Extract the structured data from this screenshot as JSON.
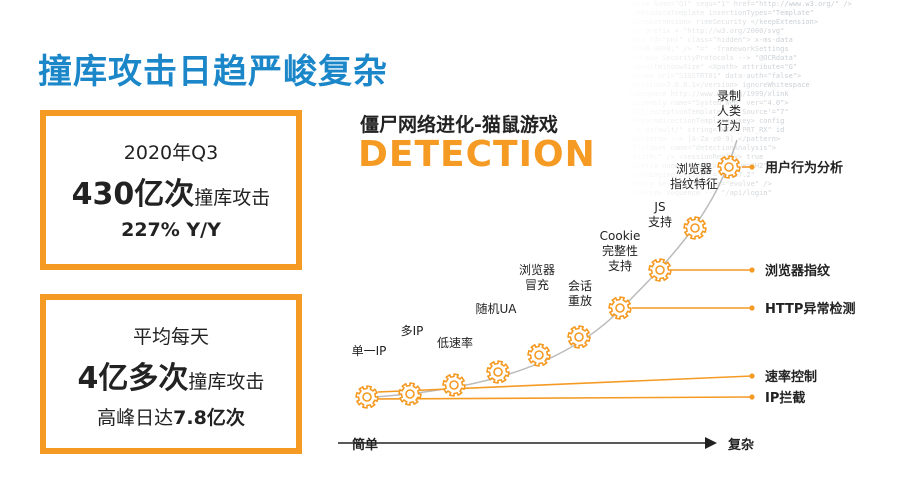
{
  "title": "撞库攻击日趋严峻复杂",
  "box1": {
    "period": "2020年Q3",
    "count": "430亿次",
    "count_suffix": "撞库攻击",
    "growth": "227% Y/Y"
  },
  "box2": {
    "label": "平均每天",
    "count": "4亿多次",
    "count_suffix": "撞库攻击",
    "peak_prefix": "高峰日达",
    "peak_value": "7.8亿次"
  },
  "diagram": {
    "title": "僵尸网络进化-猫鼠游戏",
    "subtitle": "DETECTION",
    "axis_start": "简单",
    "axis_end": "复杂",
    "stages": [
      {
        "lines": [
          "单一IP"
        ]
      },
      {
        "lines": [
          "多IP"
        ]
      },
      {
        "lines": [
          "低速率"
        ]
      },
      {
        "lines": [
          "随机UA"
        ]
      },
      {
        "lines": [
          "浏览器",
          "冒充"
        ]
      },
      {
        "lines": [
          "会话",
          "重放"
        ]
      },
      {
        "lines": [
          "Cookie",
          "完整性",
          "支持"
        ]
      },
      {
        "lines": [
          "JS",
          "支持"
        ]
      },
      {
        "lines": [
          "浏览器",
          "指纹特征"
        ]
      },
      {
        "lines": [
          "录制",
          "人类",
          "行为"
        ]
      }
    ],
    "detections": [
      {
        "label": "用户行为分析"
      },
      {
        "label": "浏览器指纹"
      },
      {
        "label": "HTTP异常检测"
      },
      {
        "label": "速率控制"
      },
      {
        "label": "IP拦截"
      }
    ],
    "colors": {
      "accent": "#f59a23",
      "title_blue": "#1b87c9",
      "line": "#f59a23"
    }
  },
  "code_background": "  <item Name=\"Q1\" sequ=\"1\" href=\"http://www.w3.org/\" />\n  </metadataTemplate insertionTypes=\"Template\"\n  <keepExtension> rimeSecurity </keepExtension>\n  var prefix = \"http://w3.org/2000/svg\"\n  <div id=\"pnl\" class=\"hidden\"> x-ms-data\n  \"D0GB-0000;\" /> \"=\" -frameworkSettings\n  <rules> SecurityProtocols --> \"@OCRdata\"\n  \"resultWindowSize\" <Xpath> attribute=\"G\"\n  <frame uri=\"SIGSTRT01\" data-auth=\"false\">\n  <version>2.0.0.1</version> ignoreWhitespace\n  namespace http://www.w3.org/1999/xlink\n  <assembly name=\"System.Web\" ver=\"4.0\">\n  \"&lt;exceptionTemplate\" > 'Source'=\"7\"\n  <key>redirectionTemplate</key> config\n  \"/x-default/\" string=\"HTTP_PRT_RX\" id\n  <pattern> --> [A-Za-z0-9] </pattern>\n  <fieldset name=\"detectionAnalysis\">\n  \"0x1f0c\" /> <sessionReplay> true\n  <prefix name=\"nodeCtx\" value=\"H2\">\n  \"ruleEngineVersion\" = \"3.17.2\"\n  <entry key=\"bot\" value=\"evolve\" />\n  <source> sequence --> \"/api/login\""
}
